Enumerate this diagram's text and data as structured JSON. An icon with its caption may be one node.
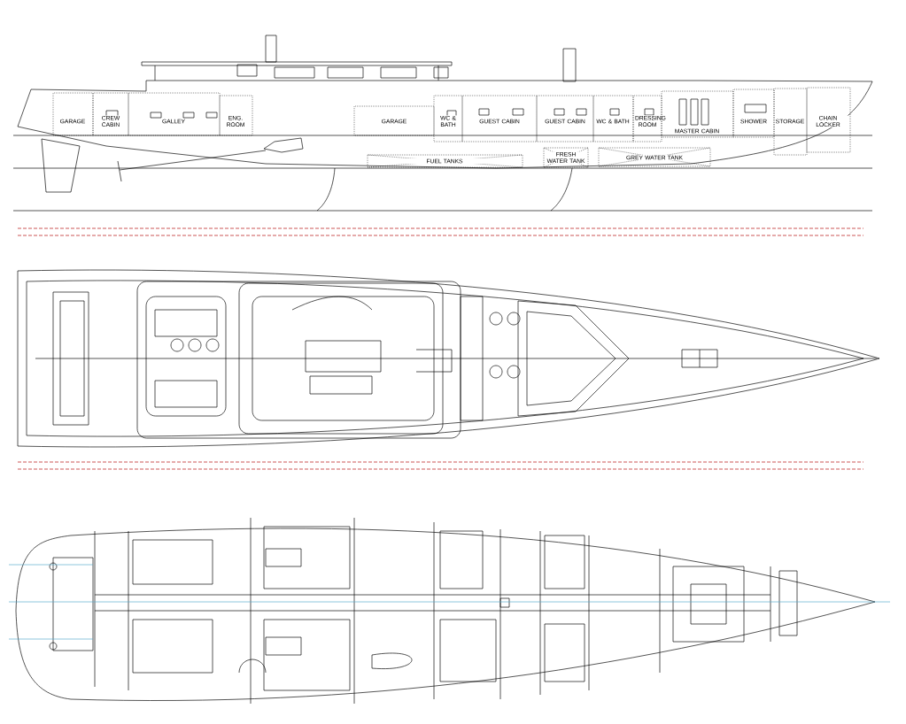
{
  "diagram": {
    "nodes": [
      {
        "text": [
          "GARAGE"
        ]
      },
      {
        "text": [
          "CREW CABIN"
        ]
      },
      {
        "text": [
          "GALLEY"
        ]
      },
      {
        "text": [
          "ENG. ROOM"
        ]
      },
      {
        "text": [
          "GARAGE"
        ]
      },
      {
        "text": [
          "WC & BATH"
        ]
      },
      {
        "text": [
          "GUEST CABIN"
        ]
      },
      {
        "text": [
          "GUEST CABIN"
        ]
      },
      {
        "text": [
          "WC & BATH"
        ]
      },
      {
        "text": [
          "DRESSING ROOM"
        ]
      },
      {
        "text": [
          "MASTER CABIN"
        ]
      },
      {
        "text": [
          "SHOWER"
        ]
      },
      {
        "text": [
          "STORAGE"
        ]
      },
      {
        "text": [
          "CHAIN LOCKER"
        ]
      },
      {
        "text": [
          "FUEL TANKS"
        ]
      },
      {
        "text": [
          "FRESH WATER TANK"
        ]
      },
      {
        "text": [
          "GREY WATER TANK"
        ]
      }
    ]
  }
}
